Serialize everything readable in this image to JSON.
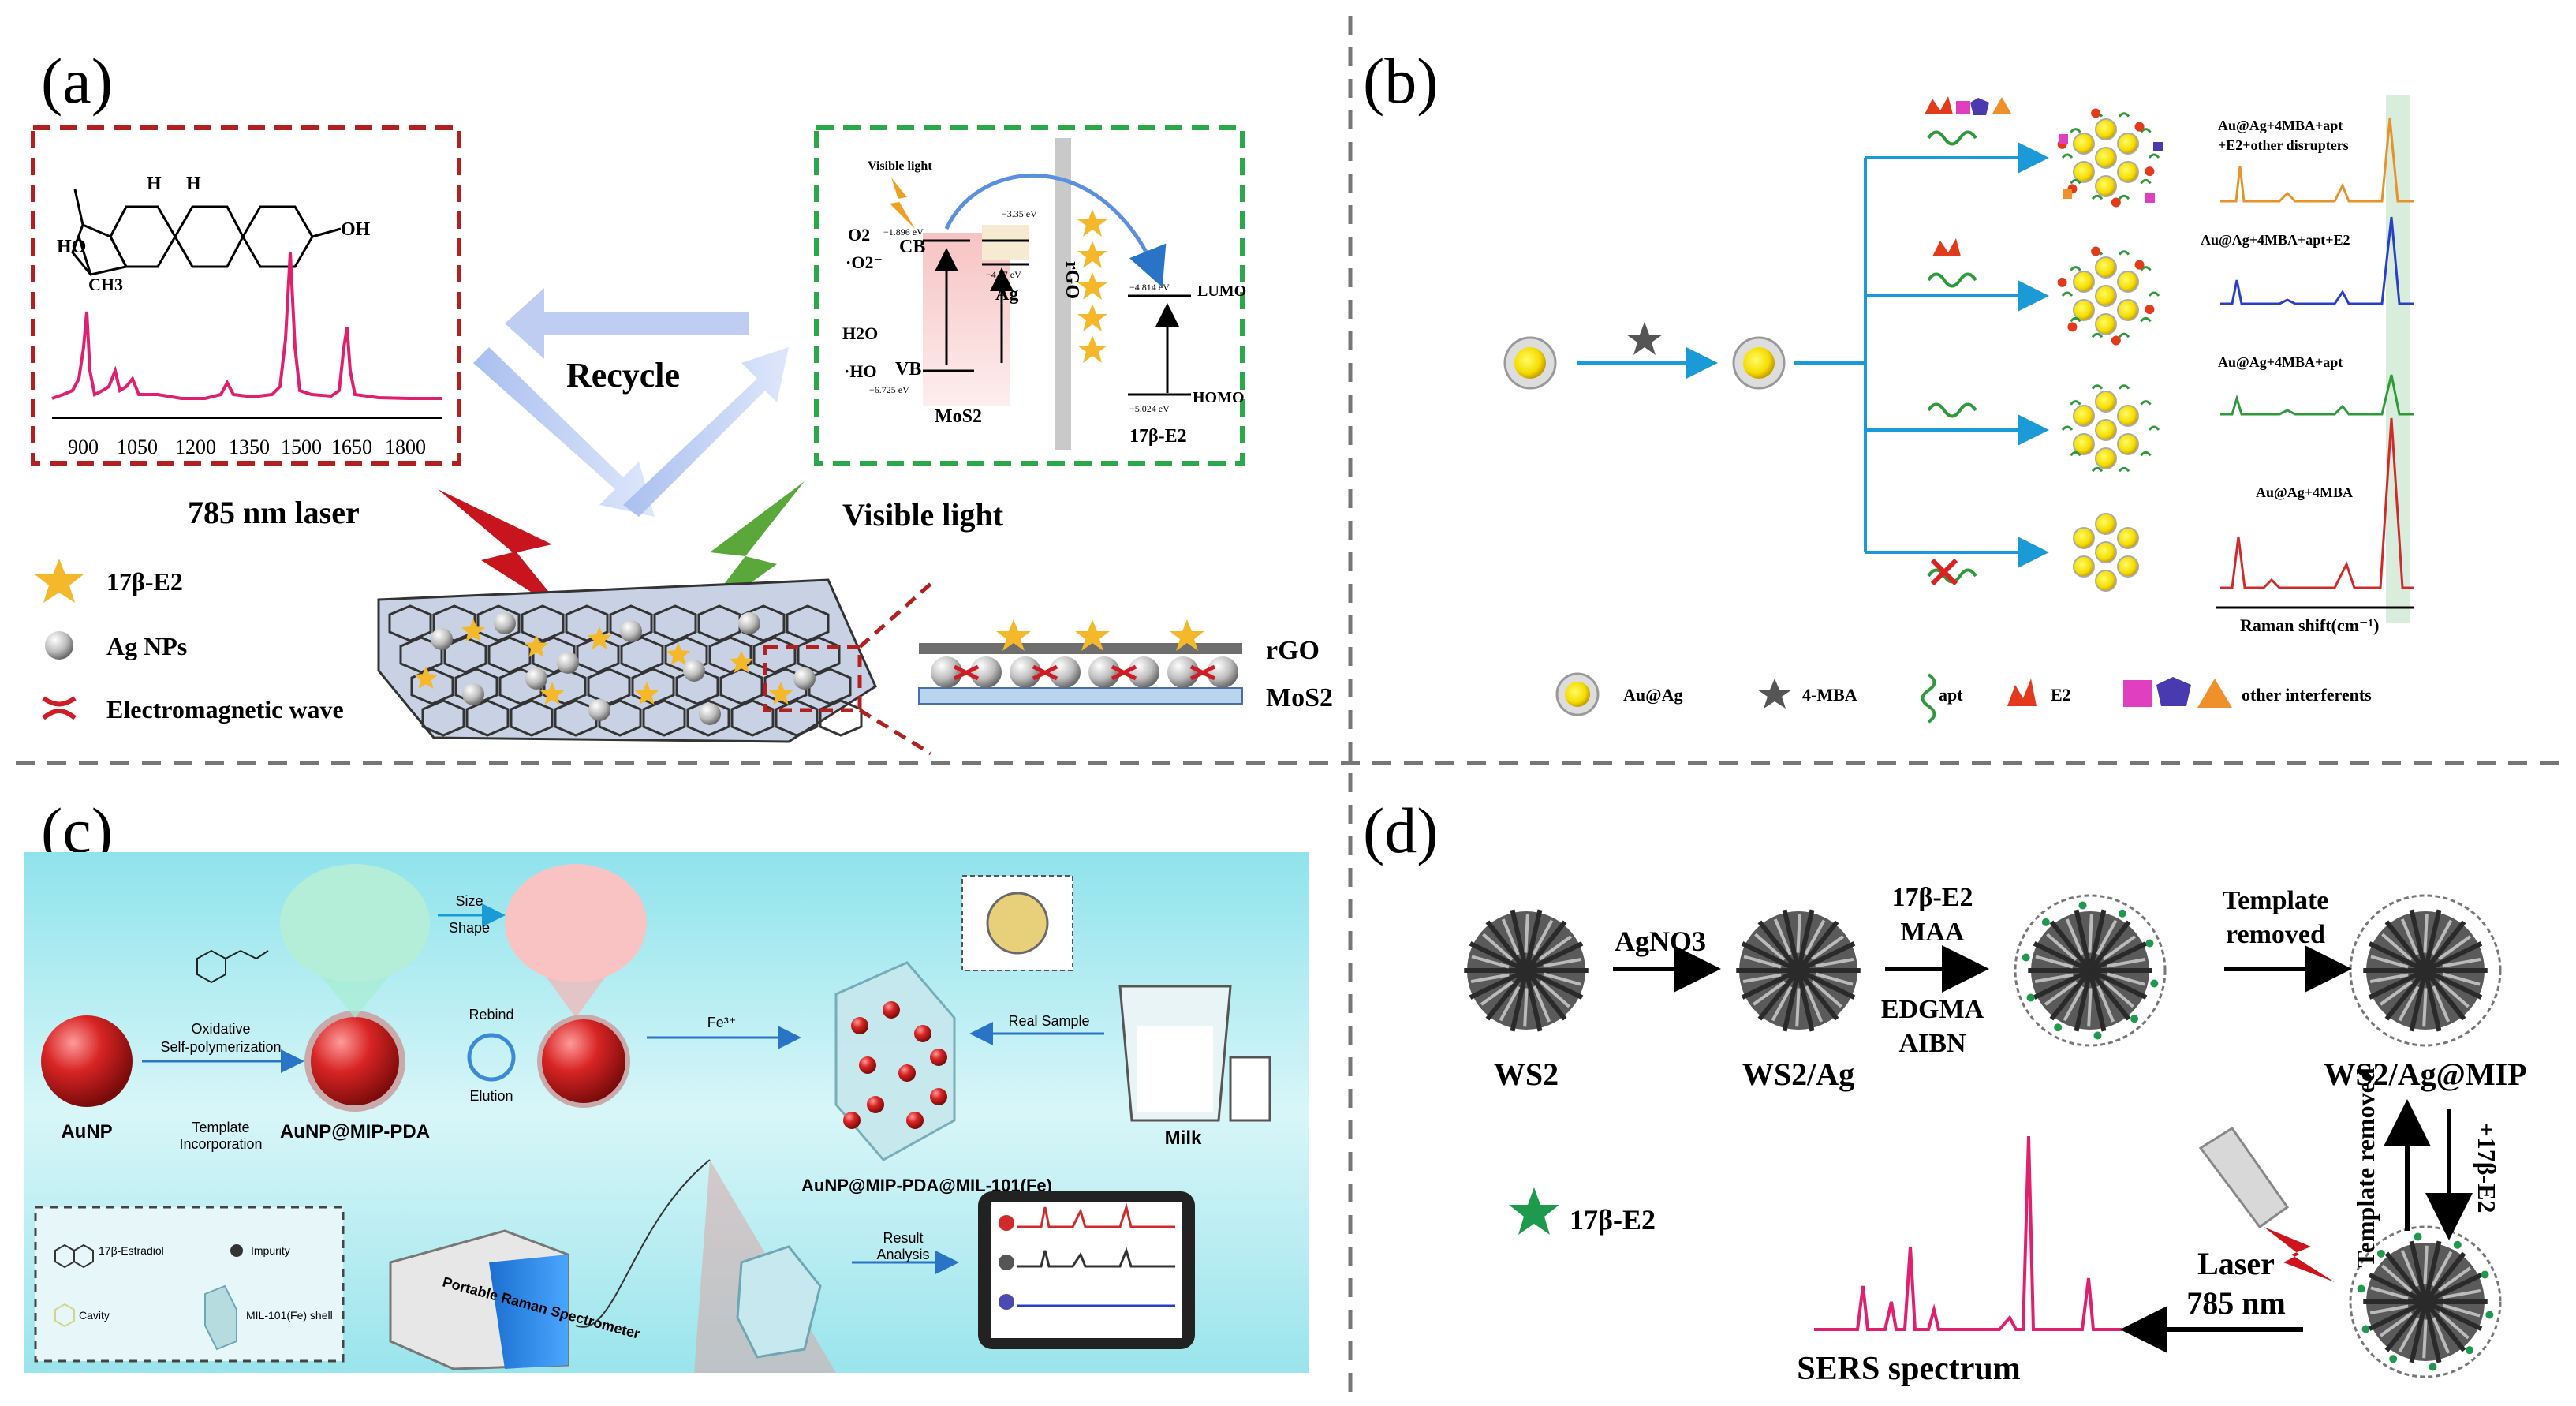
{
  "panels": {
    "a": {
      "label": "(a)",
      "axis_ticks": [
        "900",
        "1050",
        "1200",
        "1350",
        "1500",
        "1650",
        "1800"
      ],
      "molecule_atoms": {
        "h1": "H",
        "h2": "H",
        "oh": "OH",
        "ho": "HO",
        "ch3": "CH3"
      },
      "recycle": "Recycle",
      "laser": "785 nm laser",
      "visible_light": "Visible light",
      "band": {
        "visible_light": "Visible light",
        "o2": "O2",
        "o2_minus": "·O2⁻",
        "cb": "CB",
        "vb": "VB",
        "e_cb": "−1.896 eV",
        "e_vb": "−6.725 eV",
        "e_ag1": "−3.35 eV",
        "e_ag2": "−4.67 eV",
        "ag": "Ag",
        "mos2": "MoS2",
        "rgo": "rGO",
        "h2o": "H2O",
        "oh_rad": "·HO",
        "lumo": "LUMO",
        "homo": "HOMO",
        "e_lumo": "−4.814 eV",
        "e_homo": "−5.024 eV",
        "target": "17β-E2"
      },
      "legend": [
        {
          "key": "star",
          "text": "17β-E2"
        },
        {
          "key": "sphere",
          "text": "Ag NPs"
        },
        {
          "key": "wave",
          "text": "Electromagnetic wave"
        }
      ],
      "layers": {
        "rgo": "rGO",
        "mos2": "MoS2"
      }
    },
    "b": {
      "label": "(b)",
      "spectra_labels": [
        "Au@Ag+4MBA+apt",
        "+E2+other disrupters",
        "Au@Ag+4MBA+apt+E2",
        "Au@Ag+4MBA+apt",
        "Au@Ag+4MBA"
      ],
      "xlabel": "Raman shift(cm⁻¹)",
      "legend": [
        {
          "key": "auag",
          "text": "Au@Ag"
        },
        {
          "key": "mba",
          "text": "4-MBA"
        },
        {
          "key": "apt",
          "text": "apt"
        },
        {
          "key": "e2",
          "text": "E2"
        },
        {
          "key": "other",
          "text": "other interferents"
        }
      ],
      "colors": {
        "orange": "#e8922a",
        "blue": "#2a3fc8",
        "green": "#2e9a3a",
        "red": "#d02a2a"
      }
    },
    "c": {
      "label": "(c)",
      "aunp": "AuNP",
      "oxidative": "Oxidative",
      "self_poly": "Self-polymerization",
      "template": "Template",
      "incorporation": "Incorporation",
      "aunp_mip": "AuNP@MIP-PDA",
      "size": "Size",
      "shape": "Shape",
      "rebind": "Rebind",
      "elution": "Elution",
      "fe": "Fe³⁺",
      "real_sample": "Real Sample",
      "product": "AuNP@MIP-PDA@MIL-101(Fe)",
      "milk": "Milk",
      "spectrometer": "Portable Raman Spectrometer",
      "result": "Result",
      "analysis": "Analysis",
      "box_legend": {
        "estradiol": "17β-Estradiol",
        "impurity": "Impurity",
        "cavity": "Cavity",
        "mil": "MIL-101(Fe) shell"
      }
    },
    "d": {
      "label": "(d)",
      "ws2": "WS2",
      "agno3": "AgNO3",
      "ws2ag": "WS2/Ag",
      "reagents": [
        "17β-E2",
        "MAA",
        "EDGMA",
        "AIBN"
      ],
      "template_removed": [
        "Template",
        "removed"
      ],
      "ws2agmip": "WS2/Ag@MIP",
      "template_removed_v": "Template removed",
      "plus_e2": "+17β-E2",
      "legend": "17β-E2",
      "laser": [
        "Laser",
        "785 nm"
      ],
      "sers": "SERS spectrum"
    }
  }
}
